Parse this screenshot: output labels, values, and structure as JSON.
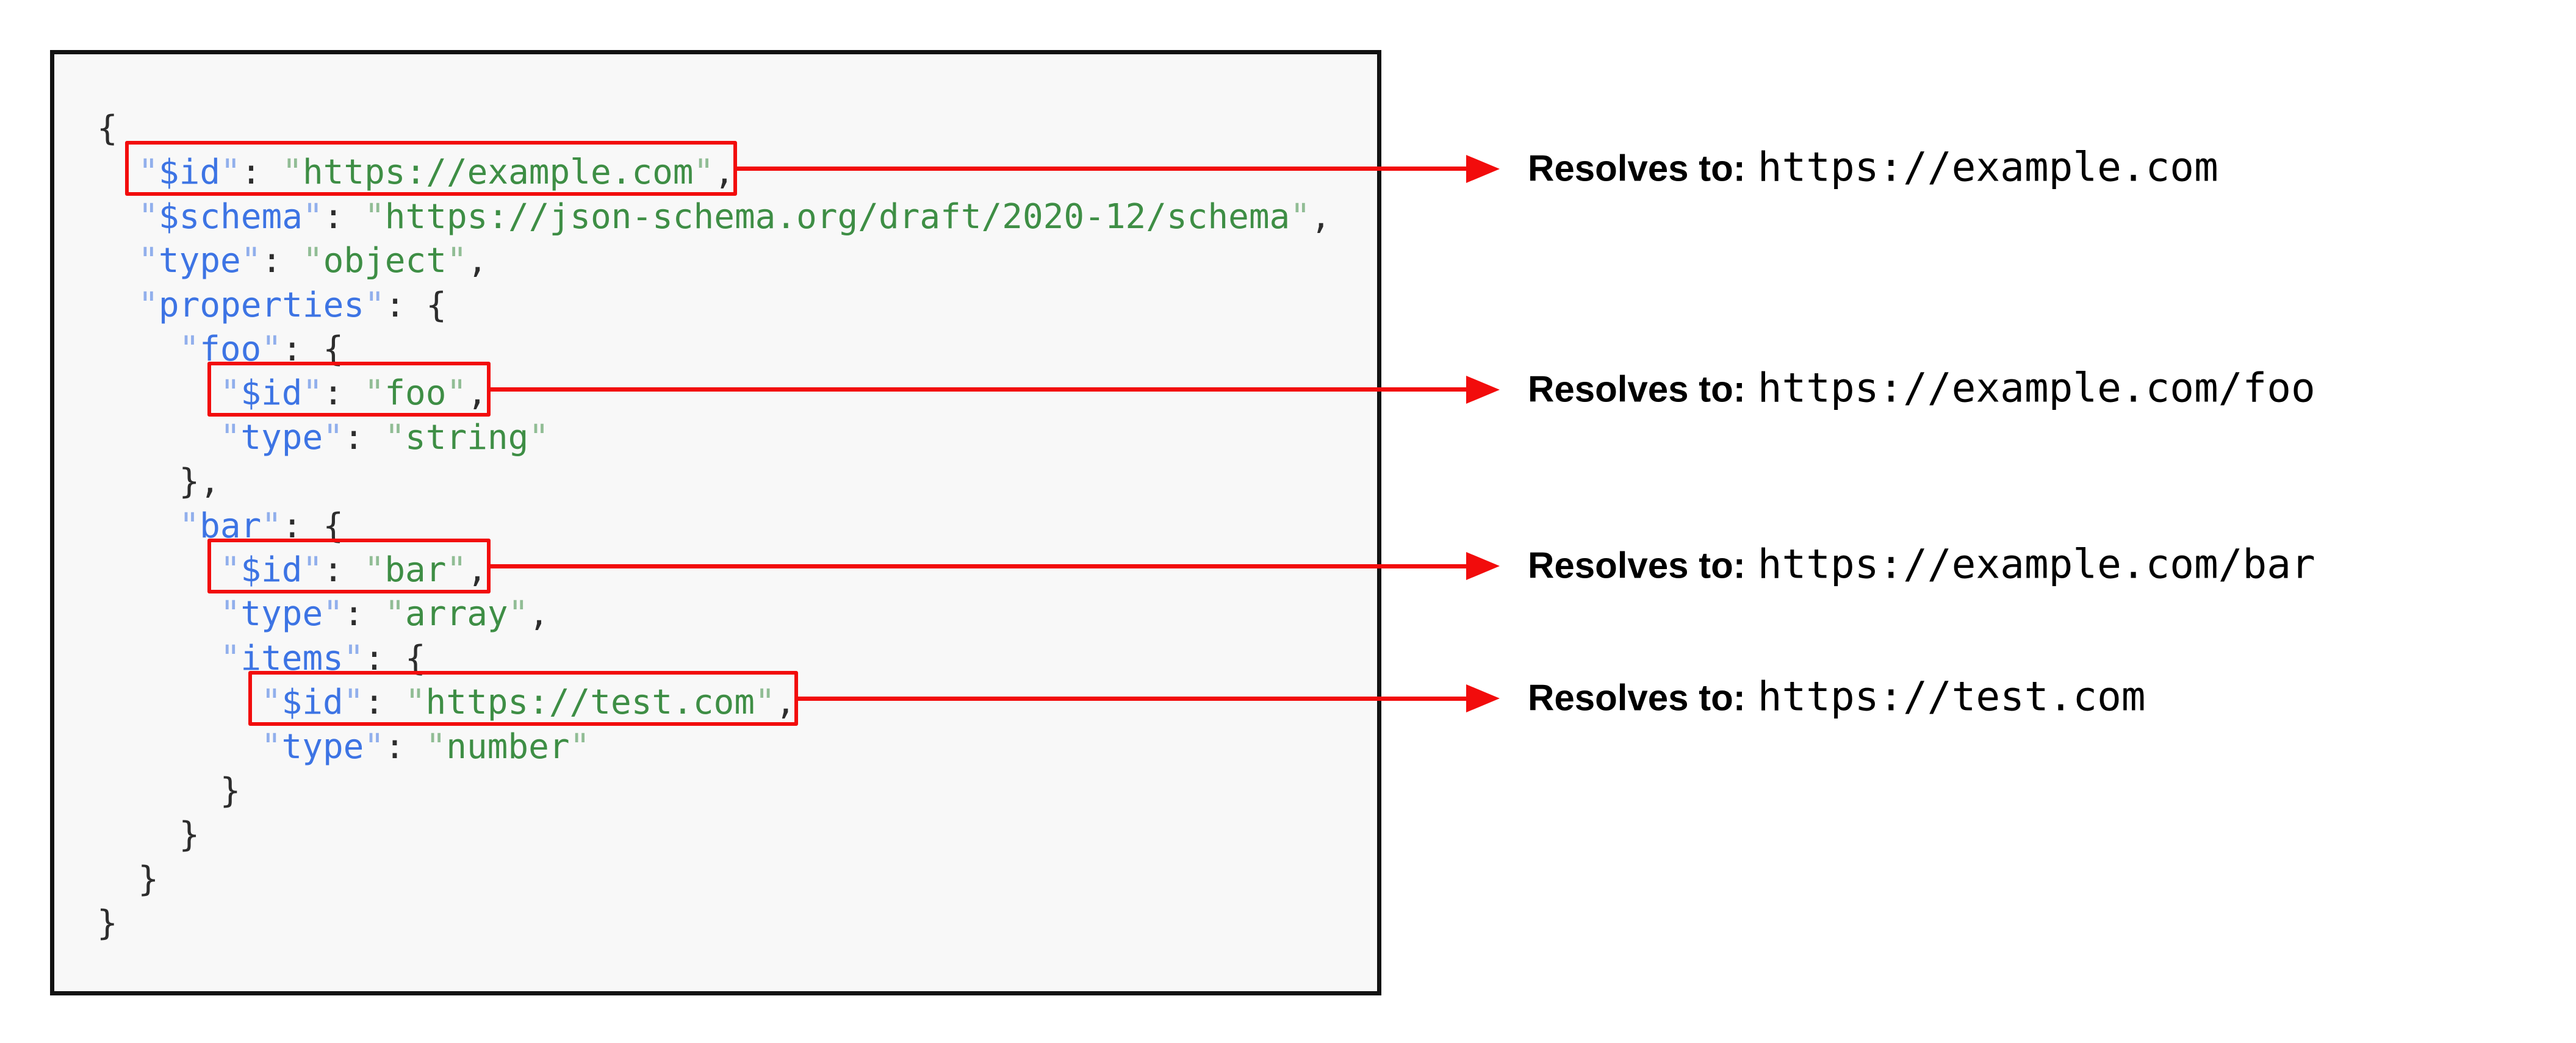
{
  "colors": {
    "key": "#3d74e4",
    "string": "#3e8e45",
    "punct": "#2d2d2d",
    "red": "#f20c0c",
    "code_bg": "#f8f8f8",
    "panel_border": "#121212"
  },
  "annotations": [
    {
      "label": "Resolves to:",
      "url": "https://example.com"
    },
    {
      "label": "Resolves to:",
      "url": "https://example.com/foo"
    },
    {
      "label": "Resolves to:",
      "url": "https://example.com/bar"
    },
    {
      "label": "Resolves to:",
      "url": "https://test.com"
    }
  ],
  "code": {
    "lines": [
      {
        "indent": 0,
        "tokens": [
          {
            "t": "pun",
            "v": "{"
          }
        ]
      },
      {
        "indent": 2,
        "boxed": true,
        "annotation_index": 0,
        "tokens": [
          {
            "t": "key",
            "v": "\"$id\""
          },
          {
            "t": "pun",
            "v": ": "
          },
          {
            "t": "str",
            "v": "\"https://example.com\""
          },
          {
            "t": "pun",
            "v": ","
          }
        ]
      },
      {
        "indent": 2,
        "tokens": [
          {
            "t": "key",
            "v": "\"$schema\""
          },
          {
            "t": "pun",
            "v": ": "
          },
          {
            "t": "str",
            "v": "\"https://json-schema.org/draft/2020-12/schema\""
          },
          {
            "t": "pun",
            "v": ","
          }
        ]
      },
      {
        "indent": 2,
        "tokens": [
          {
            "t": "key",
            "v": "\"type\""
          },
          {
            "t": "pun",
            "v": ": "
          },
          {
            "t": "str",
            "v": "\"object\""
          },
          {
            "t": "pun",
            "v": ","
          }
        ]
      },
      {
        "indent": 2,
        "tokens": [
          {
            "t": "key",
            "v": "\"properties\""
          },
          {
            "t": "pun",
            "v": ": {"
          }
        ]
      },
      {
        "indent": 4,
        "tokens": [
          {
            "t": "key",
            "v": "\"foo\""
          },
          {
            "t": "pun",
            "v": ": {"
          }
        ]
      },
      {
        "indent": 6,
        "boxed": true,
        "annotation_index": 1,
        "tokens": [
          {
            "t": "key",
            "v": "\"$id\""
          },
          {
            "t": "pun",
            "v": ": "
          },
          {
            "t": "str",
            "v": "\"foo\""
          },
          {
            "t": "pun",
            "v": ","
          }
        ]
      },
      {
        "indent": 6,
        "tokens": [
          {
            "t": "key",
            "v": "\"type\""
          },
          {
            "t": "pun",
            "v": ": "
          },
          {
            "t": "str",
            "v": "\"string\""
          }
        ]
      },
      {
        "indent": 4,
        "tokens": [
          {
            "t": "pun",
            "v": "},"
          }
        ]
      },
      {
        "indent": 4,
        "tokens": [
          {
            "t": "key",
            "v": "\"bar\""
          },
          {
            "t": "pun",
            "v": ": {"
          }
        ]
      },
      {
        "indent": 6,
        "boxed": true,
        "annotation_index": 2,
        "tokens": [
          {
            "t": "key",
            "v": "\"$id\""
          },
          {
            "t": "pun",
            "v": ": "
          },
          {
            "t": "str",
            "v": "\"bar\""
          },
          {
            "t": "pun",
            "v": ","
          }
        ]
      },
      {
        "indent": 6,
        "tokens": [
          {
            "t": "key",
            "v": "\"type\""
          },
          {
            "t": "pun",
            "v": ": "
          },
          {
            "t": "str",
            "v": "\"array\""
          },
          {
            "t": "pun",
            "v": ","
          }
        ]
      },
      {
        "indent": 6,
        "tokens": [
          {
            "t": "key",
            "v": "\"items\""
          },
          {
            "t": "pun",
            "v": ": {"
          }
        ]
      },
      {
        "indent": 8,
        "boxed": true,
        "annotation_index": 3,
        "tokens": [
          {
            "t": "key",
            "v": "\"$id\""
          },
          {
            "t": "pun",
            "v": ": "
          },
          {
            "t": "str",
            "v": "\"https://test.com\""
          },
          {
            "t": "pun",
            "v": ","
          }
        ]
      },
      {
        "indent": 8,
        "tokens": [
          {
            "t": "key",
            "v": "\"type\""
          },
          {
            "t": "pun",
            "v": ": "
          },
          {
            "t": "str",
            "v": "\"number\""
          }
        ]
      },
      {
        "indent": 6,
        "tokens": [
          {
            "t": "pun",
            "v": "}"
          }
        ]
      },
      {
        "indent": 4,
        "tokens": [
          {
            "t": "pun",
            "v": "}"
          }
        ]
      },
      {
        "indent": 2,
        "tokens": [
          {
            "t": "pun",
            "v": "}"
          }
        ]
      },
      {
        "indent": 0,
        "tokens": [
          {
            "t": "pun",
            "v": "}"
          }
        ]
      }
    ]
  }
}
